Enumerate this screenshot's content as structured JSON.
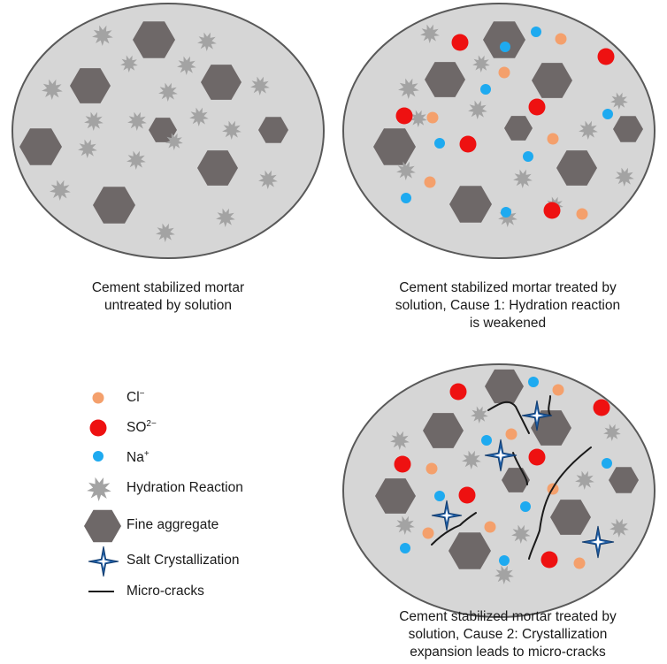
{
  "panels": {
    "untreated": {
      "caption": [
        "Cement stabilized mortar",
        "untreated by solution"
      ]
    },
    "cause1": {
      "caption": [
        "Cement stabilized mortar treated by",
        "solution, Cause 1: Hydration reaction",
        "is weakened"
      ]
    },
    "cause2": {
      "caption": [
        "Cement stabilized mortar treated by",
        "solution, Cause 2: Crystallization",
        "expansion leads to micro-cracks"
      ]
    }
  },
  "legend": {
    "chloride": {
      "label": "Cl",
      "charge": "−"
    },
    "sulfate": {
      "label": "SO",
      "charge": "2−"
    },
    "sodium": {
      "label": "Na",
      "charge": "+"
    },
    "hydration": {
      "label": "Hydration Reaction"
    },
    "aggregate": {
      "label": "Fine aggregate"
    },
    "salt": {
      "label": "Salt Crystallization"
    },
    "cracks": {
      "label": "Micro-cracks"
    }
  },
  "colors": {
    "matrix_fill": "#d6d6d6",
    "matrix_stroke": "#595959",
    "aggregate": "#6e6868",
    "hydration": "#a3a3a3",
    "chloride": "#f4a06c",
    "sulfate": "#ee1111",
    "sodium": "#1eaaf0",
    "salt_crystal": "#1f5fa8",
    "crack": "#1a1a1a"
  }
}
